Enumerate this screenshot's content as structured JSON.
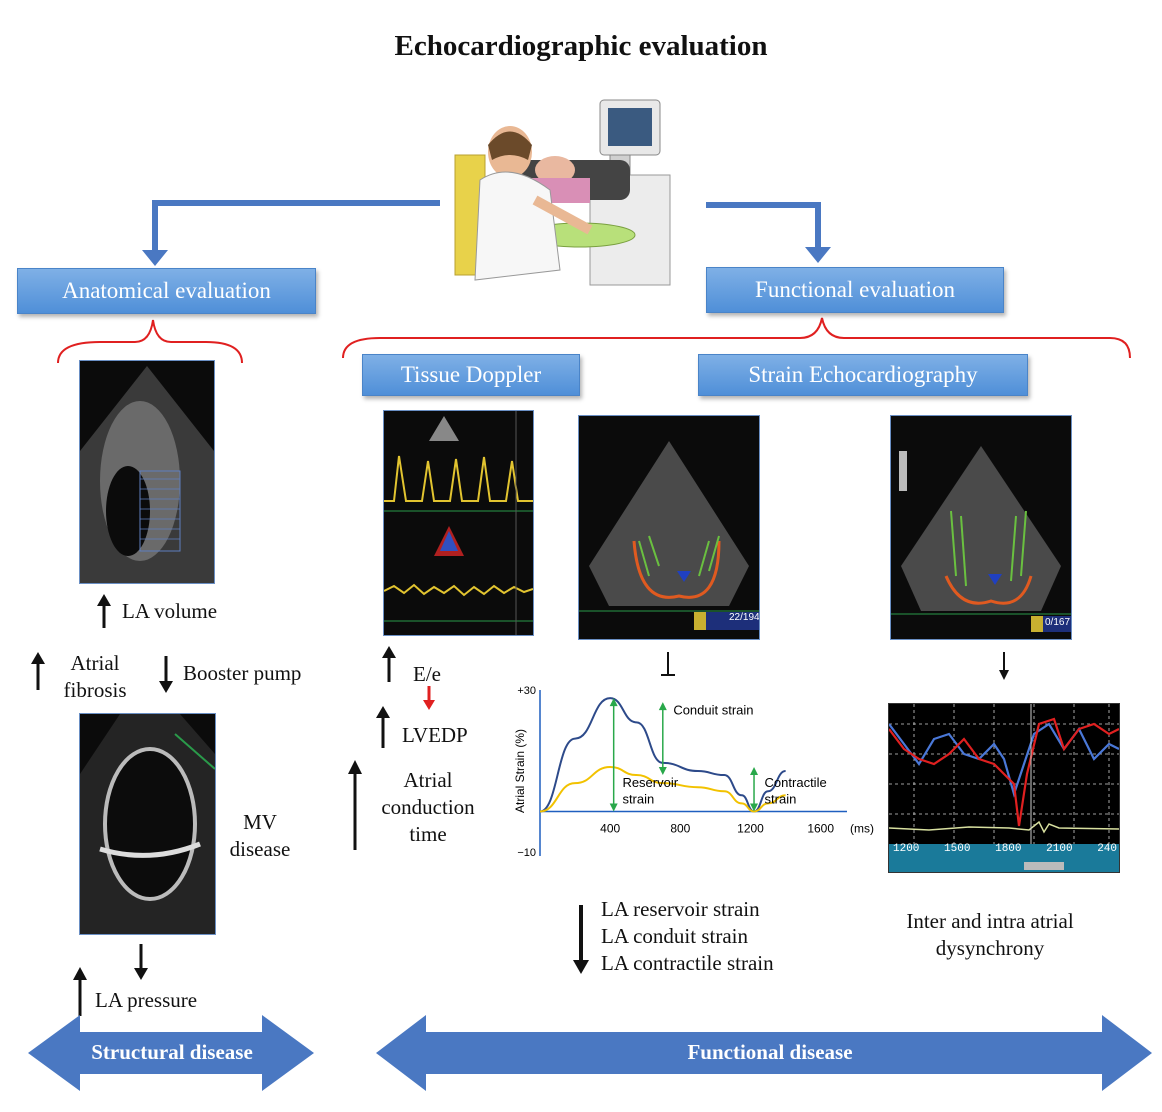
{
  "title": "Echocardiographic evaluation",
  "boxes": {
    "anatomical": "Anatomical evaluation",
    "functional": "Functional evaluation",
    "tissue_doppler": "Tissue Doppler",
    "strain": "Strain Echocardiography"
  },
  "anatomical": {
    "la_volume": "LA volume",
    "atrial_fibrosis_line1": "Atrial",
    "atrial_fibrosis_line2": "fibrosis",
    "booster_pump": "Booster pump",
    "mv_line1": "MV",
    "mv_line2": "disease",
    "la_pressure": "LA pressure"
  },
  "doppler": {
    "e_over_e": "E/e",
    "lvedp": "LVEDP",
    "atrial_line1": "Atrial",
    "atrial_line2": "conduction",
    "atrial_line3": "time"
  },
  "strain": {
    "panel1_counter": "22/194",
    "panel2_counter": "0/167",
    "reservoir": "LA reservoir strain",
    "conduit": "LA conduit strain",
    "contractile": "LA contractile strain",
    "dyssync_line1": "Inter and intra atrial",
    "dyssync_line2": "dysynchrony",
    "dys_ticks": [
      "1200",
      "1500",
      "1800",
      "2100",
      "240"
    ]
  },
  "bottom": {
    "structural": "Structural disease",
    "functional": "Functional disease"
  },
  "chart_data": {
    "type": "line",
    "ylabel": "Atrial Strain (%)",
    "xunit": "(ms)",
    "xlim": [
      0,
      1750
    ],
    "ylim": [
      -10,
      30
    ],
    "yticks": [
      "+30",
      "−10"
    ],
    "xticks": [
      "400",
      "800",
      "1200",
      "1600"
    ],
    "series": [
      {
        "color": "#2d4a8a",
        "x": [
          0,
          200,
          400,
          550,
          700,
          900,
          1050,
          1150,
          1220,
          1300,
          1400
        ],
        "y": [
          0,
          18,
          28,
          22,
          12,
          10,
          9,
          4,
          0,
          5,
          10
        ]
      },
      {
        "color": "#f2c200",
        "x": [
          0,
          200,
          400,
          550,
          700,
          900,
          1050,
          1150,
          1220,
          1300,
          1400
        ],
        "y": [
          0,
          7,
          11,
          9,
          7,
          6,
          5,
          2,
          0,
          2,
          4
        ]
      }
    ],
    "annotations": [
      "Conduit strain",
      "Reservoir strain",
      "Contractile strain"
    ],
    "annotation_lines": {
      "reservoir": [
        "Reservoir",
        "strain"
      ],
      "contractile": [
        "Contractile",
        "strain"
      ]
    }
  },
  "colors": {
    "blue_box": "#4f8fd8",
    "big_arrow": "#4a78c2",
    "bracket": "#e02020",
    "red_arrow": "#e02020",
    "green_arrow": "#29a84a"
  }
}
